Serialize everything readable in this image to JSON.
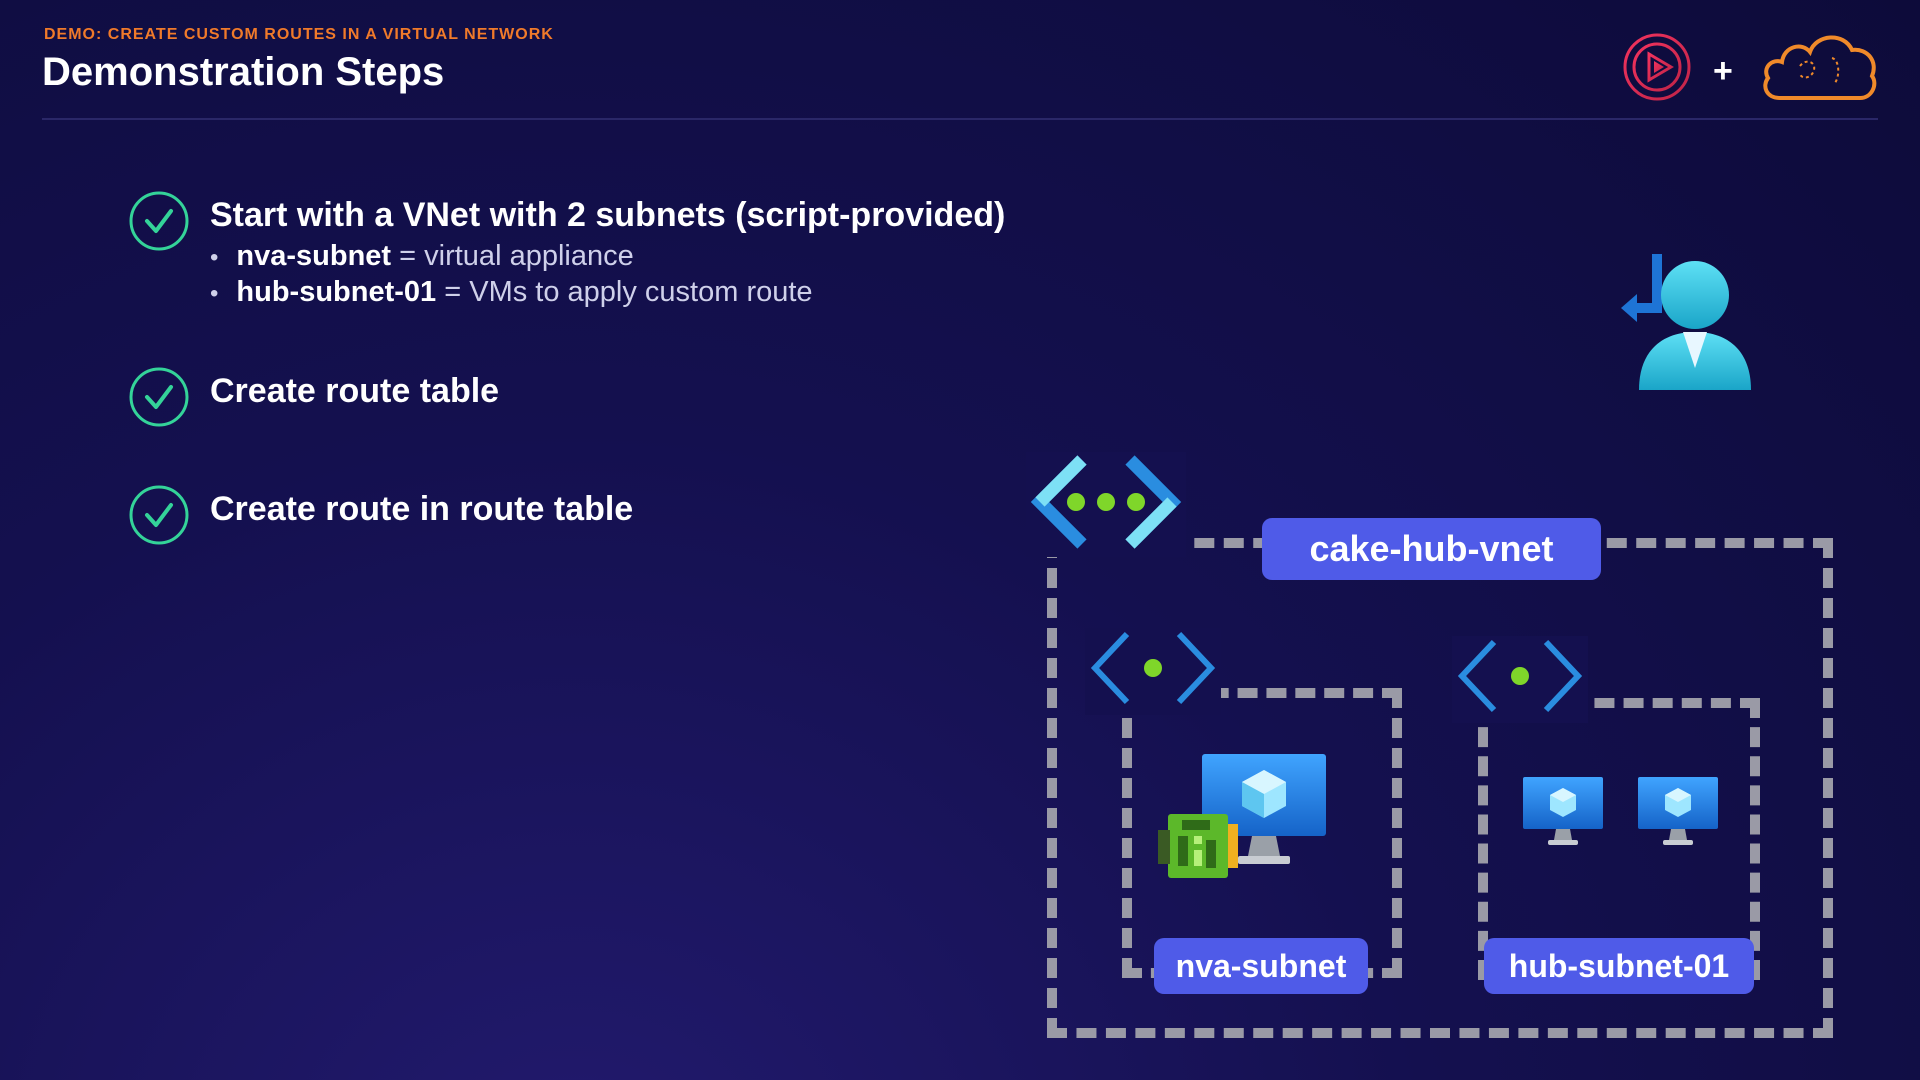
{
  "header": {
    "kicker": "DEMO: CREATE CUSTOM ROUTES IN A VIRTUAL NETWORK",
    "title": "Demonstration Steps",
    "plus": "+"
  },
  "steps": [
    {
      "title": "Start with a VNet with 2 subnets (script-provided)",
      "bullets": [
        {
          "term": "nva-subnet",
          "desc": "= virtual appliance"
        },
        {
          "term": "hub-subnet-01",
          "desc": "= VMs to apply custom route"
        }
      ]
    },
    {
      "title": "Create route table"
    },
    {
      "title": "Create route in route table"
    }
  ],
  "diagram": {
    "vnet_label": "cake-hub-vnet",
    "subnet_left_label": "nva-subnet",
    "subnet_right_label": "hub-subnet-01"
  },
  "colors": {
    "accent_orange": "#f07a2a",
    "check_green": "#34d399",
    "pill_blue": "#4f5be8",
    "dash_gray": "#9a9aa6"
  },
  "icons": [
    "pluralsight-logo",
    "cloud-logo",
    "checkmark-circle-icon",
    "user-icon",
    "vnet-icon",
    "subnet-icon",
    "vm-icon",
    "nva-icon"
  ]
}
